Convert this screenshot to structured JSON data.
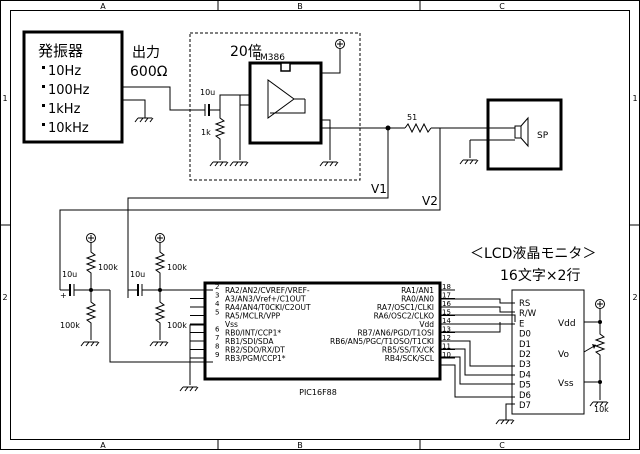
{
  "frame": {
    "col_labels": [
      "A",
      "B",
      "C"
    ],
    "row_labels": [
      "1",
      "2"
    ]
  },
  "oscillator": {
    "title": "発振器",
    "freqs": [
      "10Hz",
      "100Hz",
      "1kHz",
      "10kHz"
    ],
    "output_label": "出力",
    "output_impedance": "600Ω"
  },
  "amplifier": {
    "gain_label": "20倍",
    "ic": "LM386",
    "cap": "10u",
    "resistor": "1k"
  },
  "output_stage": {
    "resistor": "51",
    "speaker": "SP"
  },
  "probes": {
    "v1": "V1",
    "v2": "V2"
  },
  "inputs": {
    "cap1": "10u",
    "cap2": "10u",
    "r1_top": "100k",
    "r1_bottom": "100k",
    "r2_top": "100k",
    "r2_bottom": "100k"
  },
  "mcu": {
    "name": "PIC16F88",
    "left_pins": [
      {
        "num": "2",
        "name": "RA2/AN2/CVREF/VREF-"
      },
      {
        "num": "3",
        "name": "A3/AN3/Vref+/C1OUT"
      },
      {
        "num": "4",
        "name": "RA4/AN4/T0CKI/C2OUT"
      },
      {
        "num": "5",
        "name": "RA5/MCLR/VPP"
      },
      {
        "num": "",
        "name": "Vss"
      },
      {
        "num": "6",
        "name": "RB0/INT/CCP1*"
      },
      {
        "num": "7",
        "name": "RB1/SDI/SDA"
      },
      {
        "num": "8",
        "name": "RB2/SDO/RX/DT"
      },
      {
        "num": "9",
        "name": "RB3/PGM/CCP1*"
      }
    ],
    "right_pins": [
      {
        "num": "18",
        "name": "RA1/AN1"
      },
      {
        "num": "17",
        "name": "RA0/AN0"
      },
      {
        "num": "16",
        "name": "RA7/OSC1/CLKI"
      },
      {
        "num": "15",
        "name": "RA6/OSC2/CLKO"
      },
      {
        "num": "14",
        "name": "Vdd"
      },
      {
        "num": "13",
        "name": "RB7/AN6/PGD/T1OSI"
      },
      {
        "num": "12",
        "name": "RB6/AN5/PGC/T1OSO/T1CKI"
      },
      {
        "num": "11",
        "name": "RB5/SS/TX/CK"
      },
      {
        "num": "10",
        "name": "RB4/SCK/SCL"
      }
    ]
  },
  "lcd": {
    "title": "＜LCD液晶モニタ＞",
    "subtitle": "16文字×2行",
    "pins": [
      "RS",
      "R/W",
      "E",
      "D0",
      "D1",
      "D2",
      "D3",
      "D4",
      "D5",
      "D6",
      "D7"
    ],
    "vdd": "Vdd",
    "vo": "Vo",
    "vss": "Vss",
    "pot": "10k"
  }
}
